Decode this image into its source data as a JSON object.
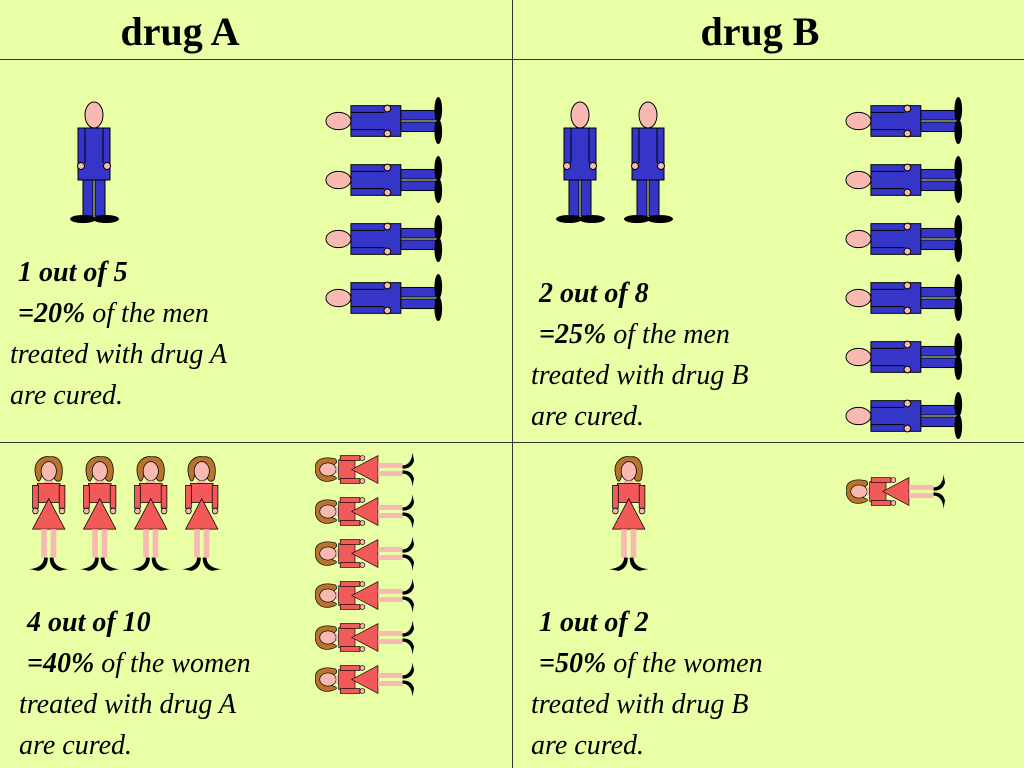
{
  "columns": [
    {
      "header": "drug  A"
    },
    {
      "header": "drug  B"
    }
  ],
  "cells": {
    "men_a": {
      "cured": 1,
      "not_cured": 4,
      "line1": "1 out of 5",
      "line2_bold": "=20%",
      "line2_rest": " of the men",
      "line3": "treated with drug A",
      "line4": "are cured."
    },
    "men_b": {
      "cured": 2,
      "not_cured": 6,
      "line1": "2 out of 8",
      "line2_bold": "=25%",
      "line2_rest": " of the men",
      "line3": "treated with drug B",
      "line4": "are cured."
    },
    "women_a": {
      "cured": 4,
      "not_cured": 6,
      "line1": "4 out of 10",
      "line2_bold": "=40%",
      "line2_rest": " of the women",
      "line3": "treated with drug A",
      "line4": "are cured."
    },
    "women_b": {
      "cured": 1,
      "not_cured": 1,
      "line1": "1 out of 2",
      "line2_bold": "=50%",
      "line2_rest": " of the women",
      "line3": "treated with drug B",
      "line4": "are cured."
    }
  },
  "colors": {
    "background": "#e9ffa6",
    "man_suit": "#3535c8",
    "skin": "#f7b9b2",
    "woman_dress": "#f25a5a",
    "woman_hair": "#b8732e",
    "shoes": "#000000"
  }
}
